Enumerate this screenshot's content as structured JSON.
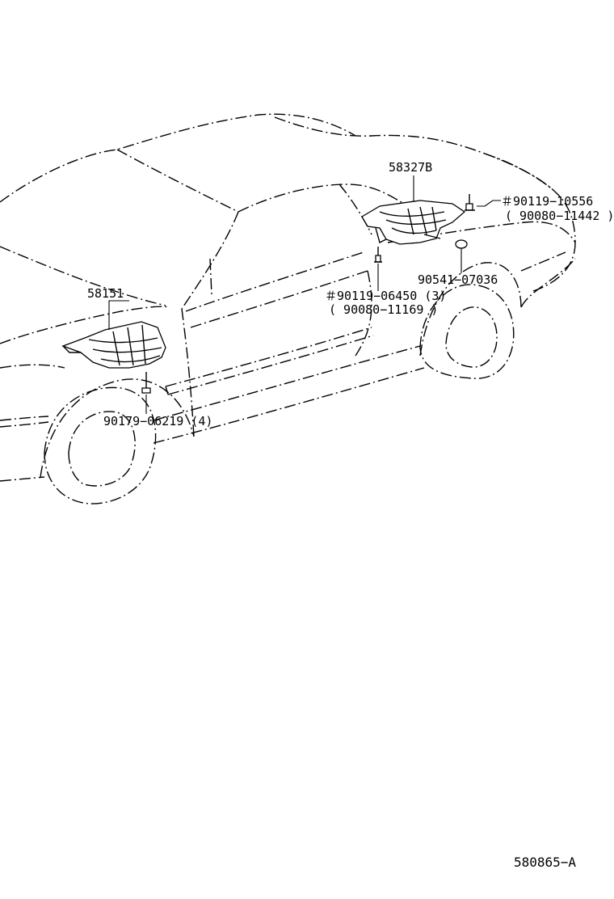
{
  "labels": {
    "top_part": "58327B",
    "top_bolt_1": "＃90119−10556",
    "top_bolt_2": "( 90080−11442 )",
    "clip_right": "90541−07036",
    "mid_bolt_1": "＃90119−06450 (3)",
    "mid_bolt_2": "( 90080−11169 )",
    "front_part": "58151",
    "front_clip": "90179−06219 (4)",
    "reference": "580865−A"
  }
}
